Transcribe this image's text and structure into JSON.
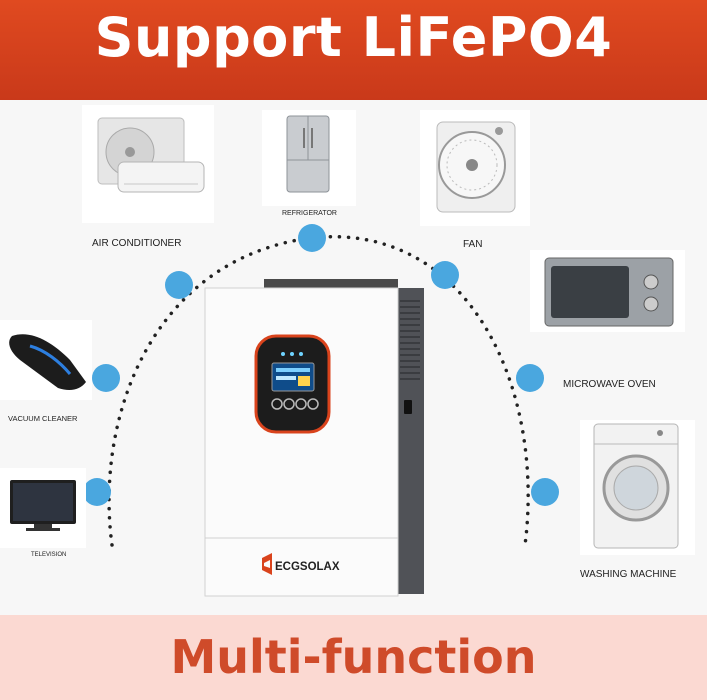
{
  "header": {
    "title": "Support LiFePO4"
  },
  "footer": {
    "title": "Multi-function"
  },
  "brand": {
    "name": "ECGSOLAX"
  },
  "appliances": [
    {
      "id": "air-conditioner",
      "label": "AIR CONDITIONER"
    },
    {
      "id": "refrigerator",
      "label": "REFRIGERATOR"
    },
    {
      "id": "fan",
      "label": "FAN"
    },
    {
      "id": "microwave-oven",
      "label": "MICROWAVE OVEN"
    },
    {
      "id": "vacuum-cleaner",
      "label": "VACUUM CLEANER"
    },
    {
      "id": "washing-machine",
      "label": "WASHING MACHINE"
    },
    {
      "id": "television",
      "label": "TELEVISION"
    }
  ],
  "colors": {
    "accent": "#d9431c",
    "dot": "#4aa7df",
    "banner_bottom": "#fbd9d2"
  }
}
